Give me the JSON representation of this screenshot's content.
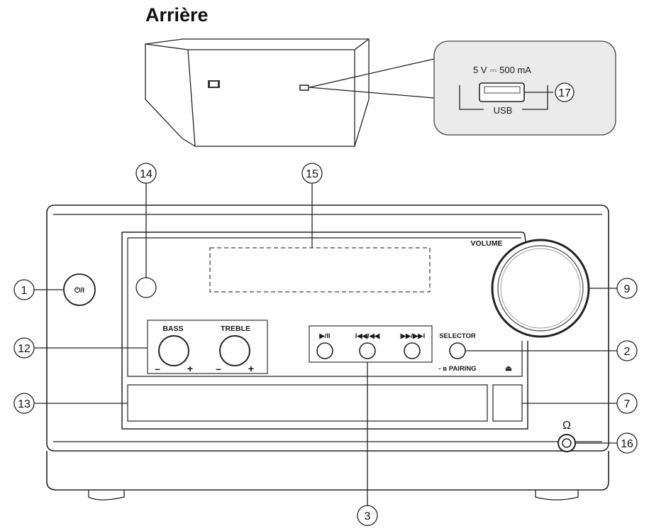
{
  "title": "Arrière",
  "usb": {
    "spec": "5 V ⎓ 500 mA",
    "label": "USB"
  },
  "front": {
    "power_symbol": "⏻/I",
    "volume_label": "VOLUME",
    "bass_label": "BASS",
    "treble_label": "TREBLE",
    "minus": "–",
    "plus": "+",
    "play_pause": "▶/II",
    "prev_rew": "I◀◀/◀◀",
    "ff_next": "▶▶/▶▶I",
    "selector_label": "SELECTOR",
    "pairing_label": "- ʙ PAIRING",
    "eject_symbol": "⏏",
    "headphone_symbol": "Ω"
  },
  "callouts": [
    "①",
    "②",
    "③",
    "⑦",
    "⑨",
    "⑫",
    "⑬",
    "⑭",
    "⑮",
    "⑯",
    "⑰"
  ]
}
